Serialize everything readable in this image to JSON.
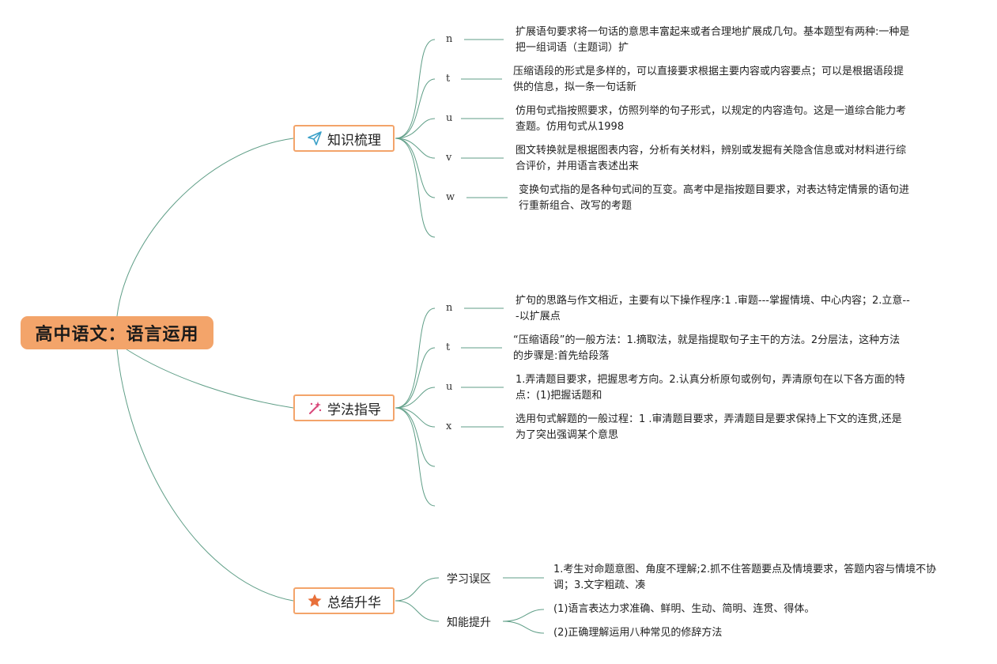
{
  "root": {
    "title": "高中语文：语言运用"
  },
  "branches": [
    {
      "label": "知识梳理",
      "icon": "paper-plane-icon",
      "items": [
        {
          "key": "n",
          "text": "扩展语句要求将一句话的意思丰富起来或者合理地扩展成几句。基本题型有两种:一种是把一组词语（主题词）扩"
        },
        {
          "key": "t",
          "text": "压缩语段的形式是多样的，可以直接要求根据主要内容或内容要点；可以是根据语段提供的信息，拟一条一句话新"
        },
        {
          "key": "u",
          "text": "仿用句式指按照要求，仿照列举的句子形式，以规定的内容造句。这是一道综合能力考查题。仿用句式从1998"
        },
        {
          "key": "v",
          "text": "图文转换就是根据图表内容，分析有关材料，辨别或发掘有关隐含信息或对材料进行综合评价，并用语言表述出来"
        },
        {
          "key": "w",
          "text": "变换句式指的是各种句式间的互变。高考中是指按题目要求，对表达特定情景的语句进行重新组合、改写的考题"
        }
      ]
    },
    {
      "label": "学法指导",
      "icon": "magic-wand-icon",
      "items": [
        {
          "key": "n",
          "text": "扩句的思路与作文相近，主要有以下操作程序:1 .审题---掌握情境、中心内容；2.立意---以扩展点"
        },
        {
          "key": "t",
          "text": "“压缩语段”的一般方法：1.摘取法，就是指提取句子主干的方法。2分层法，这种方法的步骤是:首先给段落"
        },
        {
          "key": "u",
          "text": "1.弄清题目要求，把握思考方向。2.认真分析原句或例句，弄清原句在以下各方面的特点：(1)把握话题和"
        },
        {
          "key": "x",
          "text": "选用句式解题的一般过程：1 .审清题目要求，弄清题目是要求保持上下文的连贯,还是为了突出强调某个意思"
        }
      ]
    },
    {
      "label": "总结升华",
      "icon": "star-icon",
      "subs": [
        {
          "label": "学习误区",
          "items": [
            "1.考生对命题意图、角度不理解;2.抓不住答题要点及情境要求，答题内容与情境不协调；3.文字粗疏、凑"
          ]
        },
        {
          "label": "知能提升",
          "items": [
            "(1)语言表达力求准确、鲜明、生动、简明、连贯、得体。",
            "(2)正确理解运用八种常见的修辞方法"
          ]
        }
      ]
    }
  ],
  "colors": {
    "root": "#f3a46a",
    "border": "#f3a46a",
    "line": "#5f9e87",
    "star": "#e8703a",
    "plane": "#3aa0c8",
    "wand": "#d9487a"
  }
}
